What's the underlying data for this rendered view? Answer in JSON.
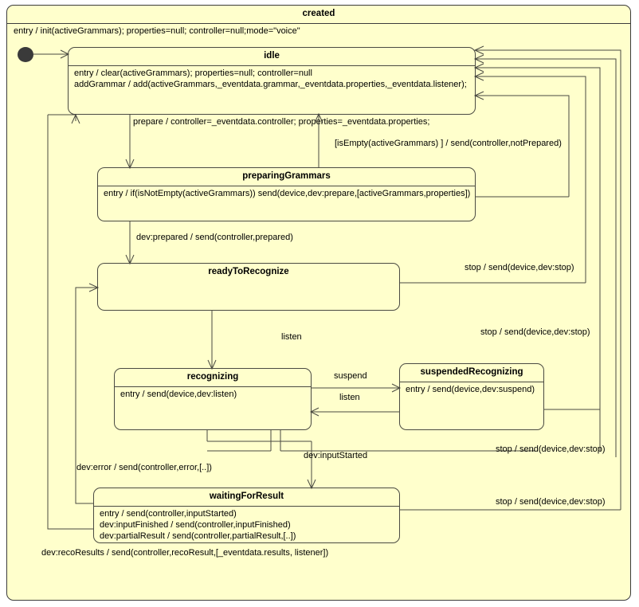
{
  "diagram": {
    "type": "uml-state-machine",
    "background_color": "#ffffcc",
    "line_color": "#4a4a42",
    "outer_state": {
      "name": "created",
      "entry": "entry / init(activeGrammars); properties=null; controller=null;mode=\"voice\""
    },
    "states": [
      {
        "id": "idle",
        "name": "idle",
        "lines": [
          "entry / clear(activeGrammars); properties=null; controller=null",
          "addGrammar / add(activeGrammars,_eventdata.grammar,_eventdata.properties,_eventdata.listener);"
        ]
      },
      {
        "id": "preparingGrammars",
        "name": "preparingGrammars",
        "lines": [
          "entry / if(isNotEmpty(activeGrammars)) send(device,dev:prepare,[activeGrammars,properties])"
        ]
      },
      {
        "id": "readyToRecognize",
        "name": "readyToRecognize",
        "lines": []
      },
      {
        "id": "recognizing",
        "name": "recognizing",
        "lines": [
          "entry / send(device,dev:listen)"
        ]
      },
      {
        "id": "suspendedRecognizing",
        "name": "suspendedRecognizing",
        "lines": [
          "entry / send(device,dev:suspend)"
        ]
      },
      {
        "id": "waitingForResult",
        "name": "waitingForResult",
        "lines": [
          "entry / send(controller,inputStarted)",
          "dev:inputFinished / send(controller,inputFinished)",
          "dev:partialResult / send(controller,partialResult,[..])"
        ]
      }
    ],
    "transitions": [
      {
        "id": "t-prepare",
        "label": "prepare / controller=_eventdata.controller; properties=_eventdata.properties;"
      },
      {
        "id": "t-isempty",
        "label": "[isEmpty(activeGrammars) ] / send(controller,notPrepared)"
      },
      {
        "id": "t-devprepared",
        "label": "dev:prepared / send(controller,prepared)"
      },
      {
        "id": "t-stop-ready",
        "label": "stop / send(device,dev:stop)"
      },
      {
        "id": "t-listen",
        "label": "listen"
      },
      {
        "id": "t-suspend",
        "label": "suspend"
      },
      {
        "id": "t-listen-back",
        "label": "listen"
      },
      {
        "id": "t-stop-suspended",
        "label": "stop / send(device,dev:stop)"
      },
      {
        "id": "t-stop-recog",
        "label": "stop / send(device,dev:stop)"
      },
      {
        "id": "t-stop-waiting",
        "label": "stop / send(device,dev:stop)"
      },
      {
        "id": "t-deverror",
        "label": "dev:error / send(controller,error,[..])"
      },
      {
        "id": "t-devinputstarted",
        "label": "dev:inputStarted"
      },
      {
        "id": "t-recoresults",
        "label": "dev:recoResults / send(controller,recoResult,[_eventdata.results, listener])"
      }
    ]
  }
}
